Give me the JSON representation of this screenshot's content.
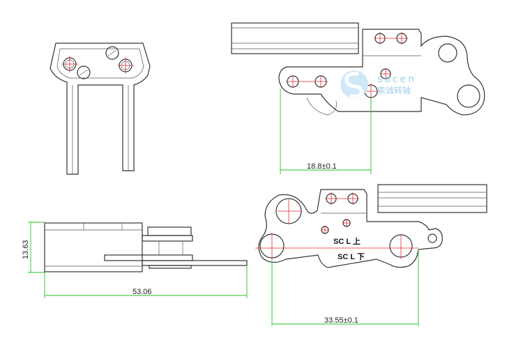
{
  "watermark": {
    "brand_latin": "socen",
    "brand_cn": "索诚转轴",
    "color": "#9fd0ef"
  },
  "dimensions": {
    "top_right_hole_spacing": "18.8±0.1",
    "bottom_right_hole_spacing": "33.55±0.1",
    "side_view_height": "13.63",
    "side_view_length": "53.06"
  },
  "part_markings": {
    "upper": "SC L 上",
    "lower": "SC L 下"
  },
  "colors": {
    "outline": "#333333",
    "centerline": "#e8242a",
    "dimension": "#22c322"
  }
}
